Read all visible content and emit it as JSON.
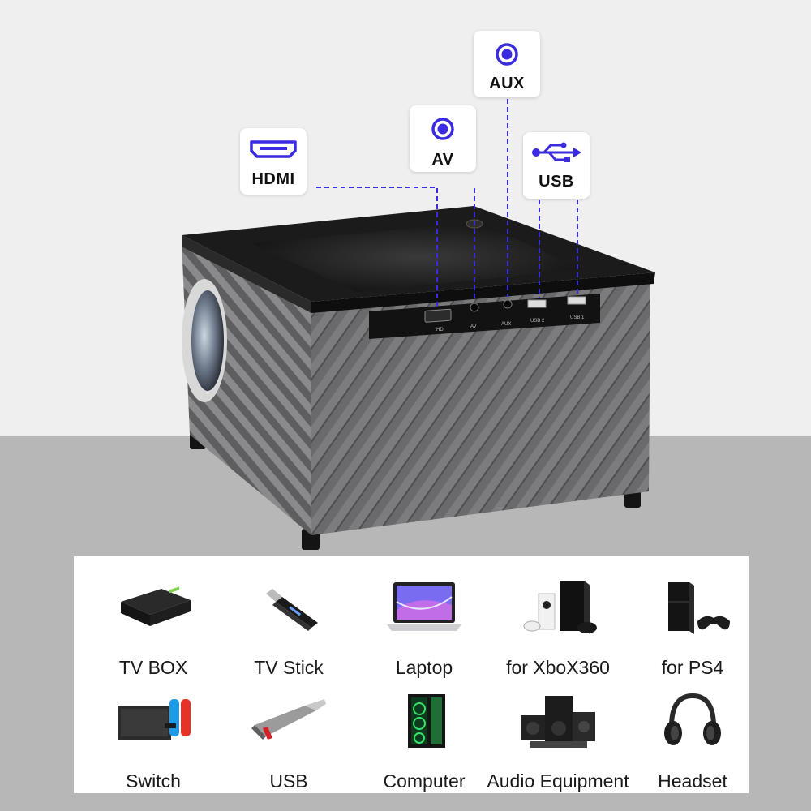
{
  "ports": {
    "hdmi": {
      "label": "HDMI",
      "icon": "hdmi-port-icon"
    },
    "av": {
      "label": "AV",
      "icon": "circle-jack-icon"
    },
    "aux": {
      "label": "AUX",
      "icon": "circle-jack-icon"
    },
    "usb": {
      "label": "USB",
      "icon": "usb-icon"
    }
  },
  "panel_labels": {
    "hd": "HD",
    "av": "AV",
    "aux": "AUX",
    "usb2": "USB 2",
    "usb1": "USB 1"
  },
  "devices": [
    {
      "label": "TV BOX",
      "icon": "tv-box-icon"
    },
    {
      "label": "TV Stick",
      "icon": "tv-stick-icon"
    },
    {
      "label": "Laptop",
      "icon": "laptop-icon"
    },
    {
      "label": "for XboX360",
      "icon": "xbox-icon"
    },
    {
      "label": "for PS4",
      "icon": "ps4-icon"
    },
    {
      "label": "Switch",
      "icon": "switch-console-icon"
    },
    {
      "label": "USB",
      "icon": "usb-drive-icon"
    },
    {
      "label": "Computer",
      "icon": "computer-tower-icon"
    },
    {
      "label": "Audio Equipment",
      "icon": "audio-equipment-icon"
    },
    {
      "label": "Headset",
      "icon": "headset-icon"
    }
  ],
  "colors": {
    "accent": "#3a2ae0",
    "callout_bg": "#ffffff",
    "device_body": "#6e6e70",
    "panel_bg": "#ffffff"
  }
}
